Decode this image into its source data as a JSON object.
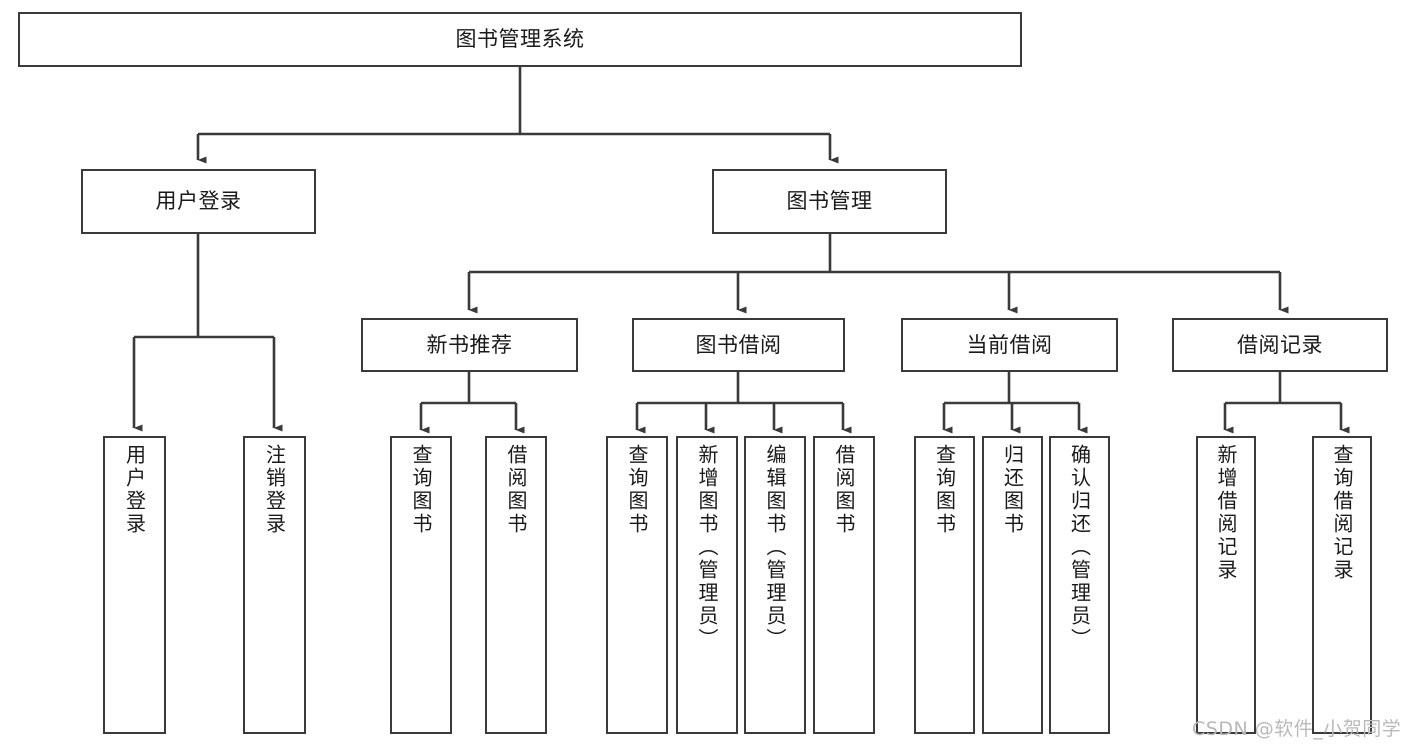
{
  "diagram": {
    "title": "图书管理系统",
    "type": "tree-hierarchy-chart",
    "stroke_color": "#3a3a3a",
    "background_color": "#ffffff",
    "watermark": "CSDN @软件_小贺同学"
  },
  "nodes": {
    "root": {
      "label": "图书管理系统"
    },
    "level2": [
      {
        "id": "user-login",
        "label": "用户登录"
      },
      {
        "id": "book-manage",
        "label": "图书管理"
      }
    ],
    "level3": [
      {
        "id": "new-book-recommend",
        "label": "新书推荐"
      },
      {
        "id": "book-borrow",
        "label": "图书借阅"
      },
      {
        "id": "current-borrow",
        "label": "当前借阅"
      },
      {
        "id": "borrow-record",
        "label": "借阅记录"
      }
    ],
    "leaves": {
      "user_login": [
        {
          "id": "leaf-user-login",
          "label": "用户登录"
        },
        {
          "id": "leaf-logout",
          "label": "注销登录"
        }
      ],
      "new_book_recommend": [
        {
          "id": "leaf-query-book-1",
          "label": "查询图书"
        },
        {
          "id": "leaf-borrow-book-1",
          "label": "借阅图书"
        }
      ],
      "book_borrow": [
        {
          "id": "leaf-query-book-2",
          "label": "查询图书"
        },
        {
          "id": "leaf-add-book",
          "label": "新增图书（管理员）"
        },
        {
          "id": "leaf-edit-book",
          "label": "编辑图书（管理员）"
        },
        {
          "id": "leaf-borrow-book-2",
          "label": "借阅图书"
        }
      ],
      "current_borrow": [
        {
          "id": "leaf-query-book-3",
          "label": "查询图书"
        },
        {
          "id": "leaf-return-book",
          "label": "归还图书"
        },
        {
          "id": "leaf-confirm-return",
          "label": "确认归还（管理员）"
        }
      ],
      "borrow_record": [
        {
          "id": "leaf-add-record",
          "label": "新增借阅记录"
        },
        {
          "id": "leaf-query-record",
          "label": "查询借阅记录"
        }
      ]
    }
  }
}
